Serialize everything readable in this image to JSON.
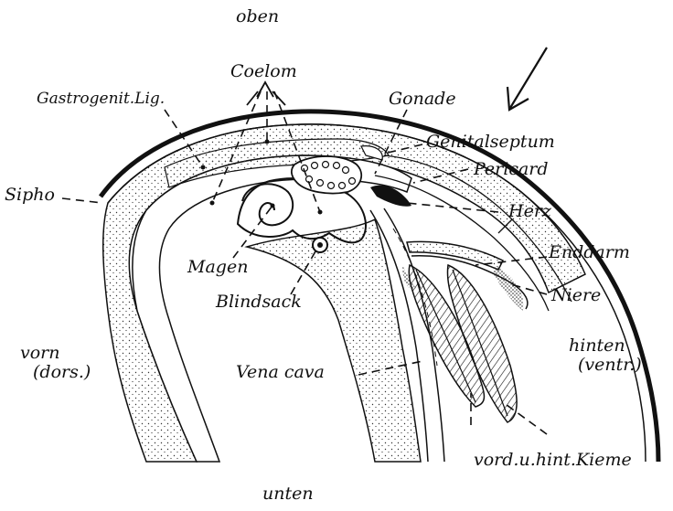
{
  "labels": {
    "oben": "oben",
    "unten": "unten",
    "vorn": "vorn",
    "dors": "(dors.)",
    "hinten": "hinten",
    "ventr": "(ventr.)",
    "coelom": "Coelom",
    "gastrogenit": "Gastrogenit.Lig.",
    "gonade": "Gonade",
    "genitalseptum": "Genitalseptum",
    "pericard": "Pericard",
    "herz": "Herz",
    "sipho": "Sipho",
    "magen": "Magen",
    "blindsack": "Blindsack",
    "enddarm": "Enddarm",
    "niere": "Niere",
    "vena_cava": "Vena cava",
    "kieme": "vord.u.hint.Kieme"
  },
  "colors": {
    "ink": "#111111",
    "paper": "#ffffff"
  }
}
